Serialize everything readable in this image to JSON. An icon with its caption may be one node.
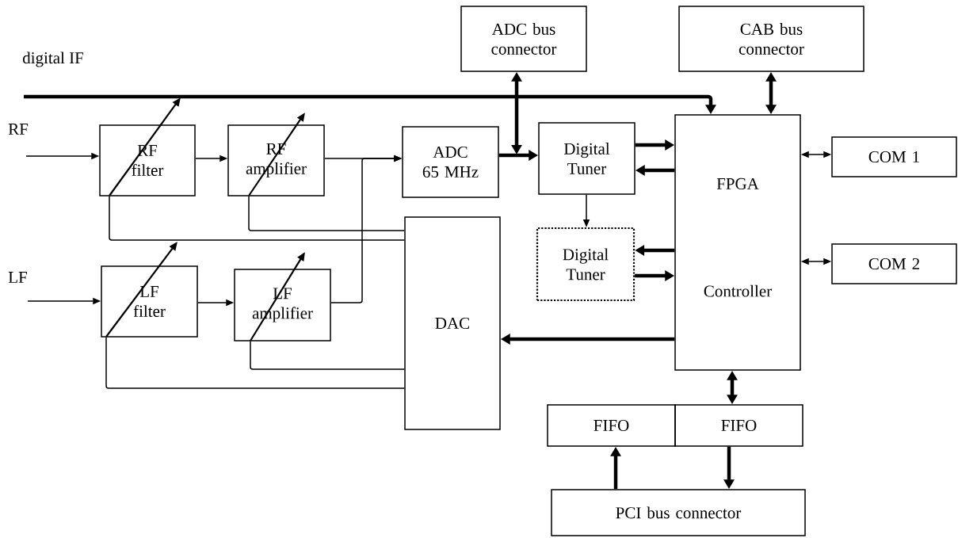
{
  "diagram": {
    "nodes": [
      {
        "text": [
          "ADC bus connector"
        ]
      },
      {
        "text": [
          "CAB bus connector"
        ]
      },
      {
        "text": [
          "RF filter"
        ]
      },
      {
        "text": [
          "RF amplifier"
        ]
      },
      {
        "text": [
          "ADC 65 MHz"
        ]
      },
      {
        "text": [
          "Digital Tuner"
        ]
      },
      {
        "text": [
          "FPGA",
          "Controller"
        ]
      },
      {
        "text": [
          "COM 1"
        ]
      },
      {
        "text": [
          "Digital Tuner"
        ]
      },
      {
        "text": [
          "COM 2"
        ]
      },
      {
        "text": [
          "LF filter"
        ]
      },
      {
        "text": [
          "LF amplifier"
        ]
      },
      {
        "text": [
          "DAC"
        ]
      },
      {
        "text": [
          "FIFO"
        ]
      },
      {
        "text": [
          "FIFO"
        ]
      },
      {
        "text": [
          "PCI bus connector"
        ]
      }
    ],
    "edges": [
      {
        "from": null,
        "to": 6,
        "arrow": "to",
        "style": "thick"
      },
      {
        "from": 0,
        "to": null,
        "arrow": "both",
        "style": "thick"
      },
      {
        "from": 1,
        "to": 6,
        "arrow": "both",
        "style": "thick"
      },
      {
        "from": null,
        "to": 2,
        "arrow": "to"
      },
      {
        "from": 2,
        "to": 3,
        "arrow": "to"
      },
      {
        "from": 3,
        "to": 4,
        "arrow": "to"
      },
      {
        "from": 11,
        "to": 4,
        "arrow": "to"
      },
      {
        "from": 4,
        "to": 5,
        "arrow": "to",
        "style": "thick"
      },
      {
        "from": 5,
        "to": 6,
        "arrow": "to",
        "style": "thick"
      },
      {
        "from": 6,
        "to": 5,
        "arrow": "to",
        "style": "thick"
      },
      {
        "from": 5,
        "to": 8,
        "arrow": "to"
      },
      {
        "from": 6,
        "to": 8,
        "arrow": "to",
        "style": "thick"
      },
      {
        "from": 8,
        "to": 6,
        "arrow": "to",
        "style": "thick"
      },
      {
        "from": 6,
        "to": 7,
        "arrow": "both"
      },
      {
        "from": 6,
        "to": 9,
        "arrow": "both"
      },
      {
        "from": 6,
        "to": 12,
        "arrow": "to",
        "style": "thick"
      },
      {
        "from": null,
        "to": 10,
        "arrow": "to"
      },
      {
        "from": 10,
        "to": 11,
        "arrow": "to"
      },
      {
        "from": 6,
        "to": 14,
        "arrow": "both",
        "style": "thick"
      },
      {
        "from": 15,
        "to": 13,
        "arrow": "to",
        "style": "thick"
      },
      {
        "from": 14,
        "to": 15,
        "arrow": "to",
        "style": "thick"
      },
      {
        "from": 12,
        "to": 2,
        "arrow": "none"
      },
      {
        "from": 12,
        "to": 3,
        "arrow": "none"
      },
      {
        "from": 12,
        "to": 10,
        "arrow": "none"
      },
      {
        "from": 12,
        "to": 11,
        "arrow": "none"
      }
    ],
    "labels": [
      "digital IF",
      "RF",
      "LF"
    ]
  }
}
